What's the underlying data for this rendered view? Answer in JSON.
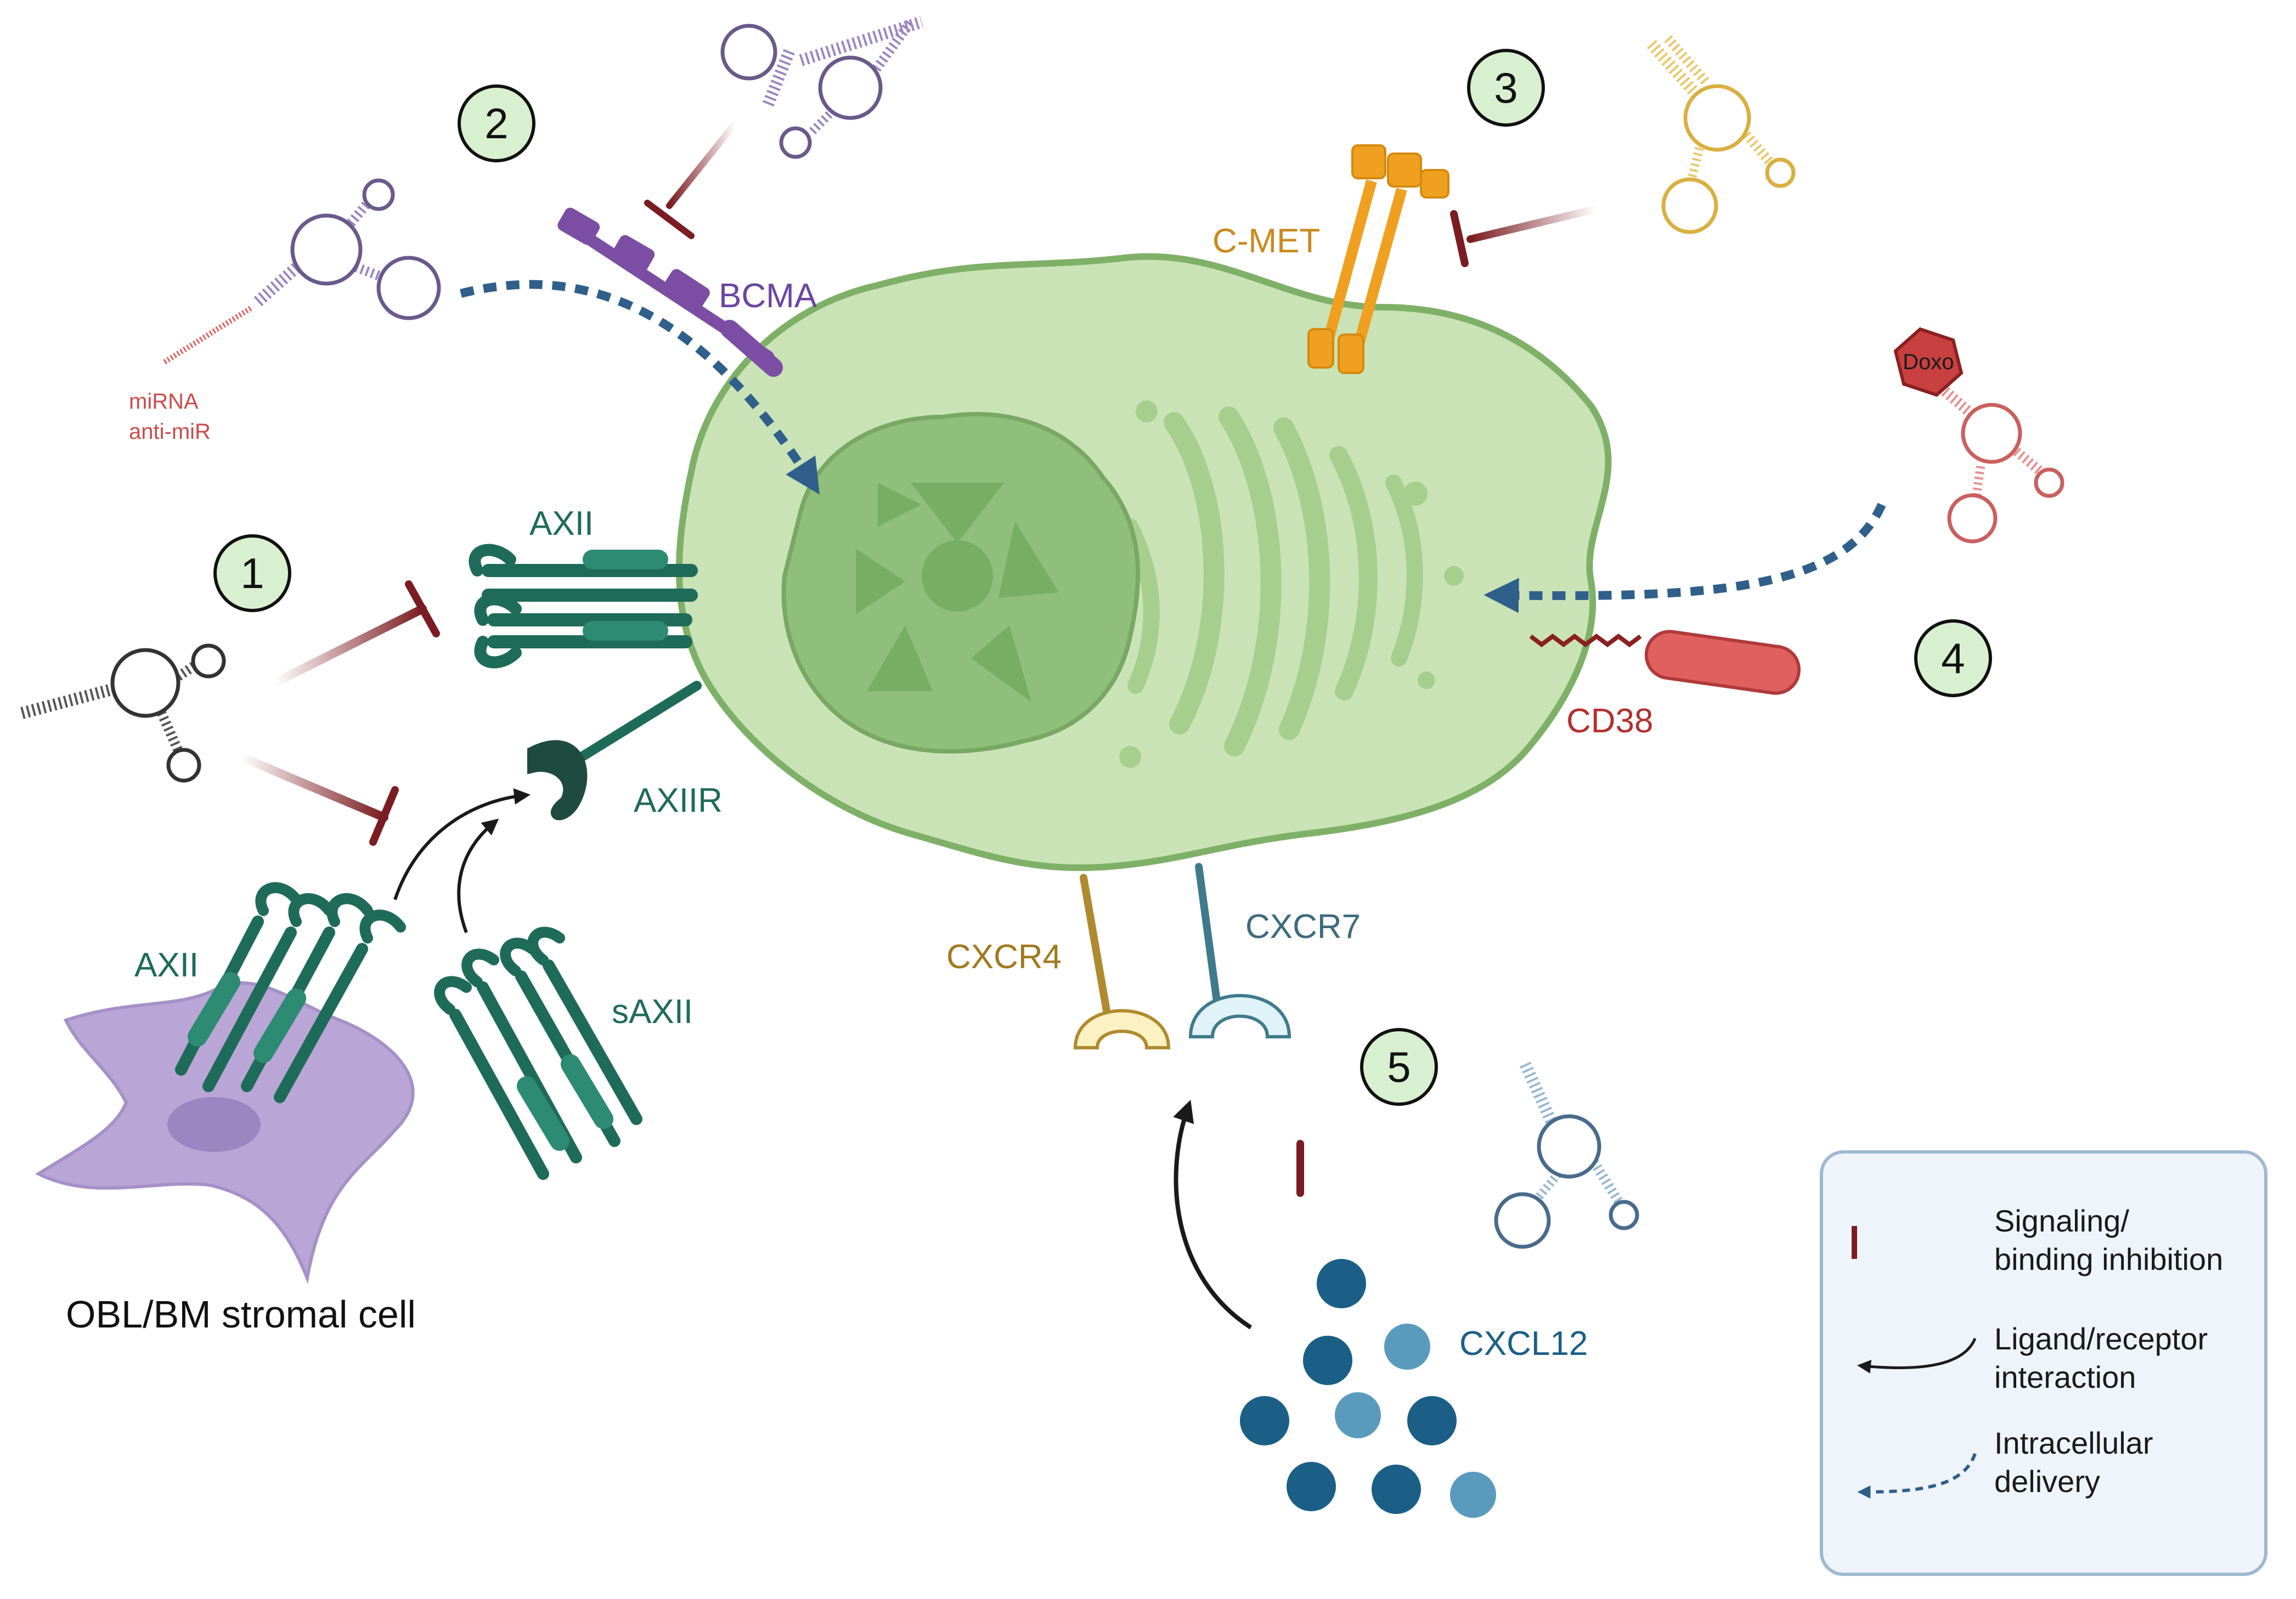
{
  "numbers": {
    "n1": "1",
    "n2": "2",
    "n3": "3",
    "n4": "4",
    "n5": "5"
  },
  "labels": {
    "miRNA": "miRNA",
    "antimiR": "anti-miR",
    "bcma": "BCMA",
    "cmet": "C-MET",
    "axii_top": "AXII",
    "axiir": "AXIIR",
    "axii_bottom": "AXII",
    "saxii": "sAXII",
    "doxo": "Doxo",
    "cd38": "CD38",
    "cxcr4": "CXCR4",
    "cxcr7": "CXCR7",
    "cxcl12": "CXCL12",
    "stromal": "OBL/BM stromal cell"
  },
  "legend": {
    "inhibition_l1": "Signaling/",
    "inhibition_l2": "binding inhibition",
    "interaction_l1": "Ligand/receptor",
    "interaction_l2": "interaction",
    "delivery_l1": "Intracellular",
    "delivery_l2": "delivery"
  },
  "colors": {
    "cell_fill": "#c9e3b6",
    "cell_stroke": "#7fb068",
    "nucleus": "#8fbf7a",
    "inhibitor": "#7a1c22",
    "delivery": "#2f5f8a",
    "axii": "#1f6b5a",
    "bcma": "#7b4ea3",
    "cmet": "#f0a020",
    "cd38": "#d9534f",
    "cxcr4": "#b08a2e",
    "cxcr7": "#3f7b8c",
    "cxcl12_dark": "#1b5f86",
    "cxcl12_light": "#5a9bbd",
    "stromal": "#b9a6d6",
    "legend_bg": "#eef4fa",
    "legend_border": "#9fb8d0"
  }
}
